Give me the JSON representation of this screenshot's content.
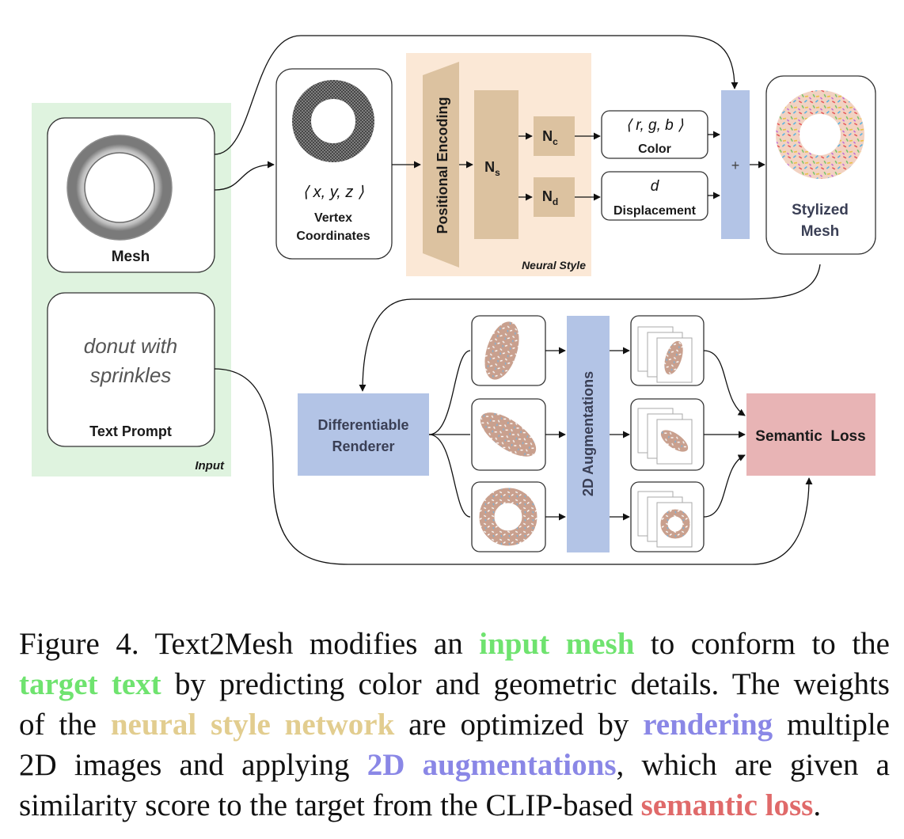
{
  "colors": {
    "input_panel": "#dff3df",
    "neural_style_panel": "#fbe8d6",
    "encoding_block": "#dcc2a0",
    "blue_block": "#b3c4e6",
    "loss_block": "#e8b4b5",
    "caption_green": "#6fe36f",
    "caption_tan": "#e2cd8f",
    "caption_blue": "#8a87e6",
    "caption_red": "#e06a6a"
  },
  "icons": [
    "torus-mesh-icon",
    "wireframe-mesh-icon",
    "sprinkled-donut-icon",
    "rendered-donut-view-icon",
    "augmented-view-stack-icon"
  ],
  "diagram": {
    "input_panel_label": "Input",
    "mesh_label": "Mesh",
    "prompt_text_line1": "donut with",
    "prompt_text_line2": "sprinkles",
    "text_prompt_label": "Text Prompt",
    "vertex_tuple": "⟨ x, y, z ⟩",
    "vertex_label_line1": "Vertex",
    "vertex_label_line2": "Coordinates",
    "positional_encoding": "Positional Encoding",
    "ns_main": "N",
    "ns_sub": "s",
    "nc_main": "N",
    "nc_sub": "c",
    "nd_main": "N",
    "nd_sub": "d",
    "neural_style_label": "Neural Style",
    "rgb_tuple": "⟨ r, g, b ⟩",
    "color_label": "Color",
    "d_symbol": "d",
    "displacement_label": "Displacement",
    "plus": "+",
    "stylized_line1": "Stylized",
    "stylized_line2": "Mesh",
    "renderer_line1": "Differentiable",
    "renderer_line2": "Renderer",
    "augmentations_label": "2D Augmentations",
    "semantic_loss": "Semantic  Loss"
  },
  "caption": {
    "l1_a": "Figure 4.  Text2Mesh modifies an ",
    "l1_b": "input mesh",
    "l1_c": " to conform to the",
    "l2_a": "target text",
    "l2_b": " by predicting color and geometric details. The weights",
    "l3_a": "of the ",
    "l3_b": "neural style network",
    "l3_c": " are optimized by ",
    "l3_d": "rendering",
    "l3_e": " multiple",
    "l4_a": "2D images and applying ",
    "l4_b": "2D augmentations",
    "l4_c": ", which are given a",
    "l5_a": "similarity score to the target from the CLIP-based ",
    "l5_b": "semantic loss",
    "l5_c": "."
  }
}
